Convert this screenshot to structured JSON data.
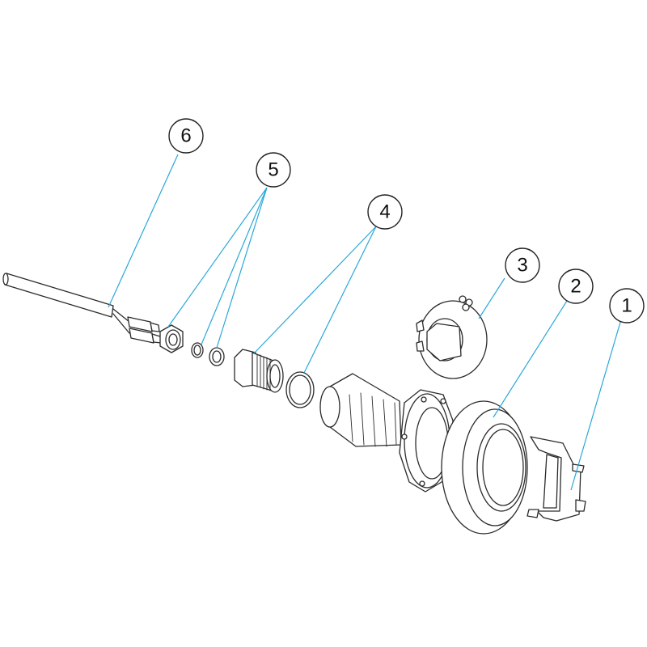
{
  "callouts": [
    {
      "id": "1",
      "label": "1"
    },
    {
      "id": "2",
      "label": "2"
    },
    {
      "id": "3",
      "label": "3"
    },
    {
      "id": "4",
      "label": "4"
    },
    {
      "id": "5",
      "label": "5"
    },
    {
      "id": "6",
      "label": "6"
    }
  ],
  "colors": {
    "leader_line": "#2aa7d8",
    "part_outline": "#2b2b2b",
    "background": "#ffffff"
  }
}
